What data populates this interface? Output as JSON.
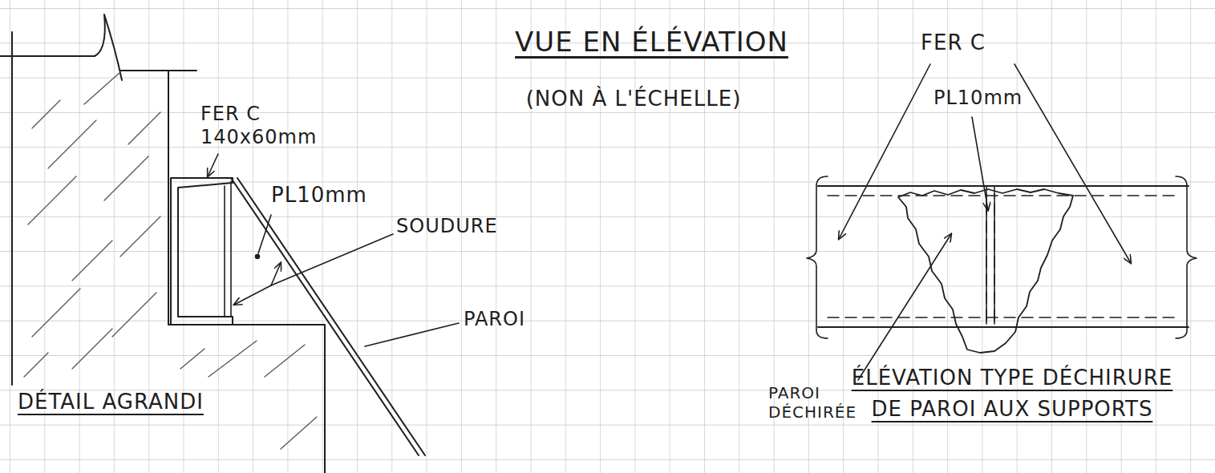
{
  "diagram": {
    "title": "VUE EN ÉLÉVATION",
    "labels": [
      "(NON À L'ÉCHELLE)",
      "FER C 140x60mm",
      "PL10mm",
      "SOUDURE",
      "PAROI",
      "DÉTAIL AGRANDI",
      "FER C",
      "PL10mm",
      "PAROI DÉCHIRÉE",
      "ÉLÉVATION TYPE DÉCHIRURE DE PAROI AUX SUPPORTS"
    ]
  }
}
